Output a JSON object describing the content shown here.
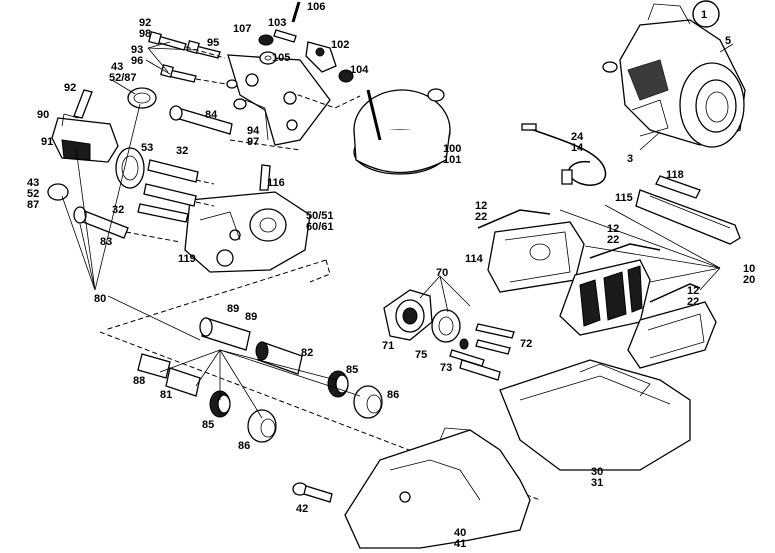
{
  "diagram": {
    "callout_circle": "1",
    "labels": {
      "p106": "106",
      "p92a": "92",
      "p98": "98",
      "p107": "107",
      "p103": "103",
      "p95": "95",
      "p93": "93",
      "p96": "96",
      "p102": "102",
      "p105": "105",
      "p43a": "43",
      "p5287a": "52/87",
      "p104": "104",
      "p92b": "92",
      "p90": "90",
      "p91": "91",
      "p84": "84",
      "p94": "94",
      "p97": "97",
      "p100": "100",
      "p101": "101",
      "p53": "53",
      "p32a": "32",
      "p116": "116",
      "p43b": "43",
      "p52b": "52",
      "p87b": "87",
      "p32b": "32",
      "p5051": "50/51",
      "p6061": "60/61",
      "p83": "83",
      "p119": "119",
      "p80": "80",
      "p5": "5",
      "p3": "3",
      "p24": "24",
      "p14": "14",
      "p118": "118",
      "p115": "115",
      "p12a": "12",
      "p22a": "22",
      "p12b": "12",
      "p22b": "22",
      "p114": "114",
      "p10": "10",
      "p20": "20",
      "p12c": "12",
      "p22c": "22",
      "p70": "70",
      "p71": "71",
      "p75": "75",
      "p72": "72",
      "p73": "73",
      "p89a": "89",
      "p89b": "89",
      "p82": "82",
      "p88": "88",
      "p81": "81",
      "p85a": "85",
      "p85b": "85",
      "p86a": "86",
      "p86b": "86",
      "p30": "30",
      "p31": "31",
      "p42": "42",
      "p40": "40",
      "p41": "41"
    }
  }
}
